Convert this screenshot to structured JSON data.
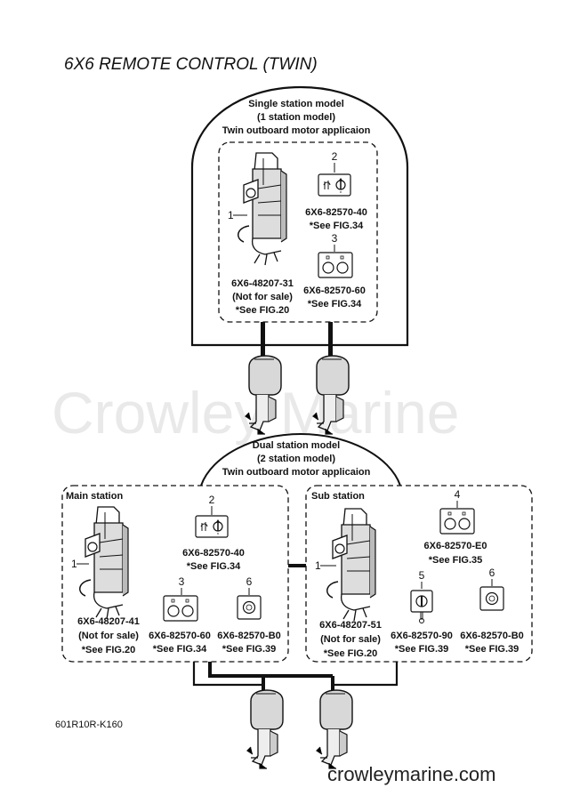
{
  "title": "6X6 REMOTE CONTROL (TWIN)",
  "watermark": "Crowley Marine",
  "footer_brand": "crowleymarine.com",
  "figure_code": "601R10R-K160",
  "single_station": {
    "heading": [
      "Single station model",
      "(1 station model)",
      "Twin outboard motor applicaion"
    ],
    "parts": [
      {
        "num": "1",
        "part_no": "6X6-48207-31",
        "note": "(Not for sale)",
        "ref": "*See FIG.20"
      },
      {
        "num": "2",
        "part_no": "6X6-82570-40",
        "ref": "*See FIG.34"
      },
      {
        "num": "3",
        "part_no": "6X6-82570-60",
        "ref": "*See FIG.34"
      }
    ]
  },
  "dual_station": {
    "heading": [
      "Dual station model",
      "(2 station model)",
      "Twin outboard motor applicaion"
    ],
    "main": {
      "label": "Main station",
      "parts": [
        {
          "num": "1",
          "part_no": "6X6-48207-41",
          "note": "(Not for sale)",
          "ref": "*See FIG.20"
        },
        {
          "num": "2",
          "part_no": "6X6-82570-40",
          "ref": "*See FIG.34"
        },
        {
          "num": "3",
          "part_no": "6X6-82570-60",
          "ref": "*See FIG.34"
        },
        {
          "num": "6",
          "part_no": "6X6-82570-B0",
          "ref": "*See FIG.39"
        }
      ]
    },
    "sub": {
      "label": "Sub station",
      "parts": [
        {
          "num": "1",
          "part_no": "6X6-48207-51",
          "note": "(Not for sale)",
          "ref": "*See FIG.20"
        },
        {
          "num": "4",
          "part_no": "6X6-82570-E0",
          "ref": "*See FIG.35"
        },
        {
          "num": "5",
          "part_no": "6X6-82570-90",
          "ref": "*See FIG.39"
        },
        {
          "num": "6",
          "part_no": "6X6-82570-B0",
          "ref": "*See FIG.39"
        }
      ]
    }
  }
}
